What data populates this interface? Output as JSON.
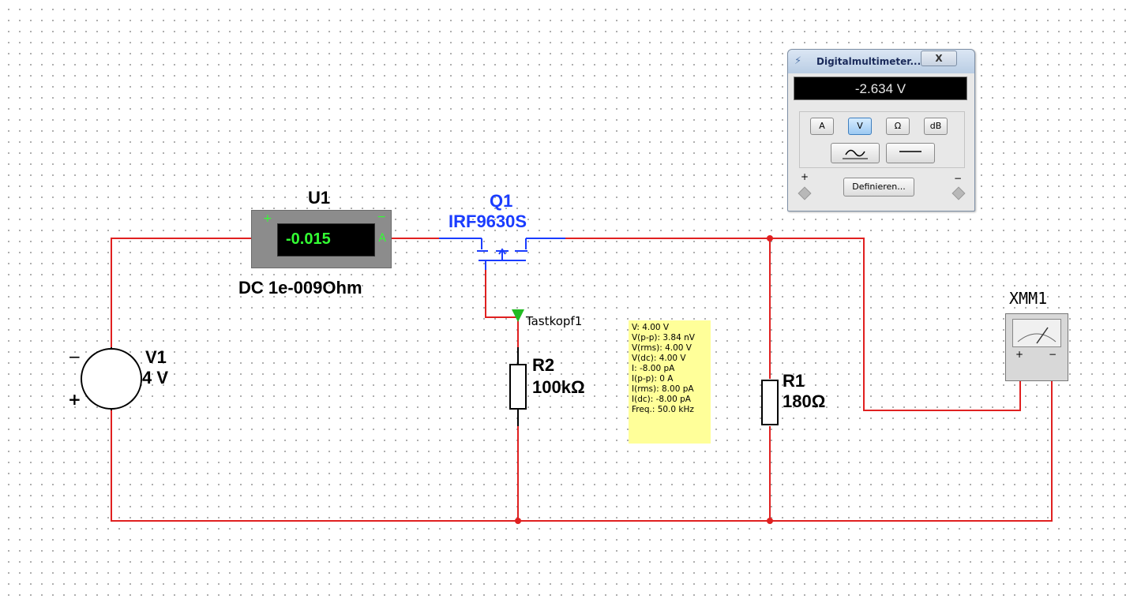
{
  "components": {
    "ammeter": {
      "ref": "U1",
      "reading": "-0.015",
      "plus": "+",
      "minus": "−",
      "unit": "A",
      "subtitle": "DC  1e-009Ohm"
    },
    "mosfet": {
      "ref": "Q1",
      "part": "IRF9630S"
    },
    "source": {
      "ref": "V1",
      "value": "4 V",
      "minus": "−",
      "plus": "+"
    },
    "r2": {
      "ref": "R2",
      "value": "100kΩ"
    },
    "r1": {
      "ref": "R1",
      "value": "180Ω"
    },
    "probe": {
      "name": "Tastkopf1"
    },
    "xmm": {
      "ref": "XMM1",
      "plus": "+",
      "minus": "−"
    }
  },
  "probe_readout": [
    "V: 4.00 V",
    "V(p-p): 3.84 nV",
    "V(rms): 4.00 V",
    "V(dc): 4.00 V",
    "I: -8.00 pA",
    "I(p-p): 0 A",
    "I(rms): 8.00 pA",
    "I(dc): -8.00 pA",
    "Freq.: 50.0 kHz"
  ],
  "dmm_window": {
    "title": "Digitalmultimeter...",
    "close_label": "X",
    "reading": "-2.634 V",
    "mode_buttons": [
      "A",
      "V",
      "Ω",
      "dB"
    ],
    "active_mode": "V",
    "define_label": "Definieren...",
    "terminal_plus": "+",
    "terminal_minus": "−"
  },
  "colors": {
    "wire": "#e02020",
    "component_blue": "#1a3cff",
    "lcd_green": "#33ff33",
    "probe_green": "#22bb22",
    "tooltip_bg": "#ffff99"
  }
}
